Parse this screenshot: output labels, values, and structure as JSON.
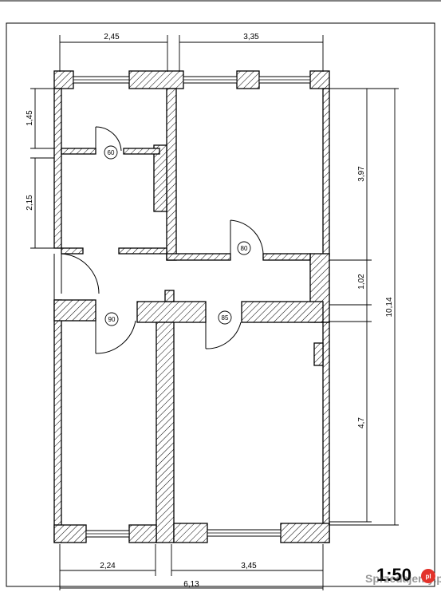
{
  "dimensions": {
    "top_left_width": "2,45",
    "top_right_width": "3,35",
    "left_upper": "1,45",
    "left_lower": "2,15",
    "right_room_height": "3,97",
    "corridor_height": "1,02",
    "lower_room_height": "4,7",
    "total_height": "10,14",
    "bottom_left_width": "2,24",
    "bottom_right_width": "3,45",
    "total_width": "6,13"
  },
  "doors": {
    "bathroom": "60",
    "corridor_top": "80",
    "lower_left": "90",
    "lower_right": "85"
  },
  "scale_label": "1:50",
  "watermark": {
    "brand": "Sprzedajemy.pl",
    "badge": "pl"
  },
  "colors": {
    "line": "#000000",
    "background": "#ffffff",
    "badge": "#e3332b"
  }
}
